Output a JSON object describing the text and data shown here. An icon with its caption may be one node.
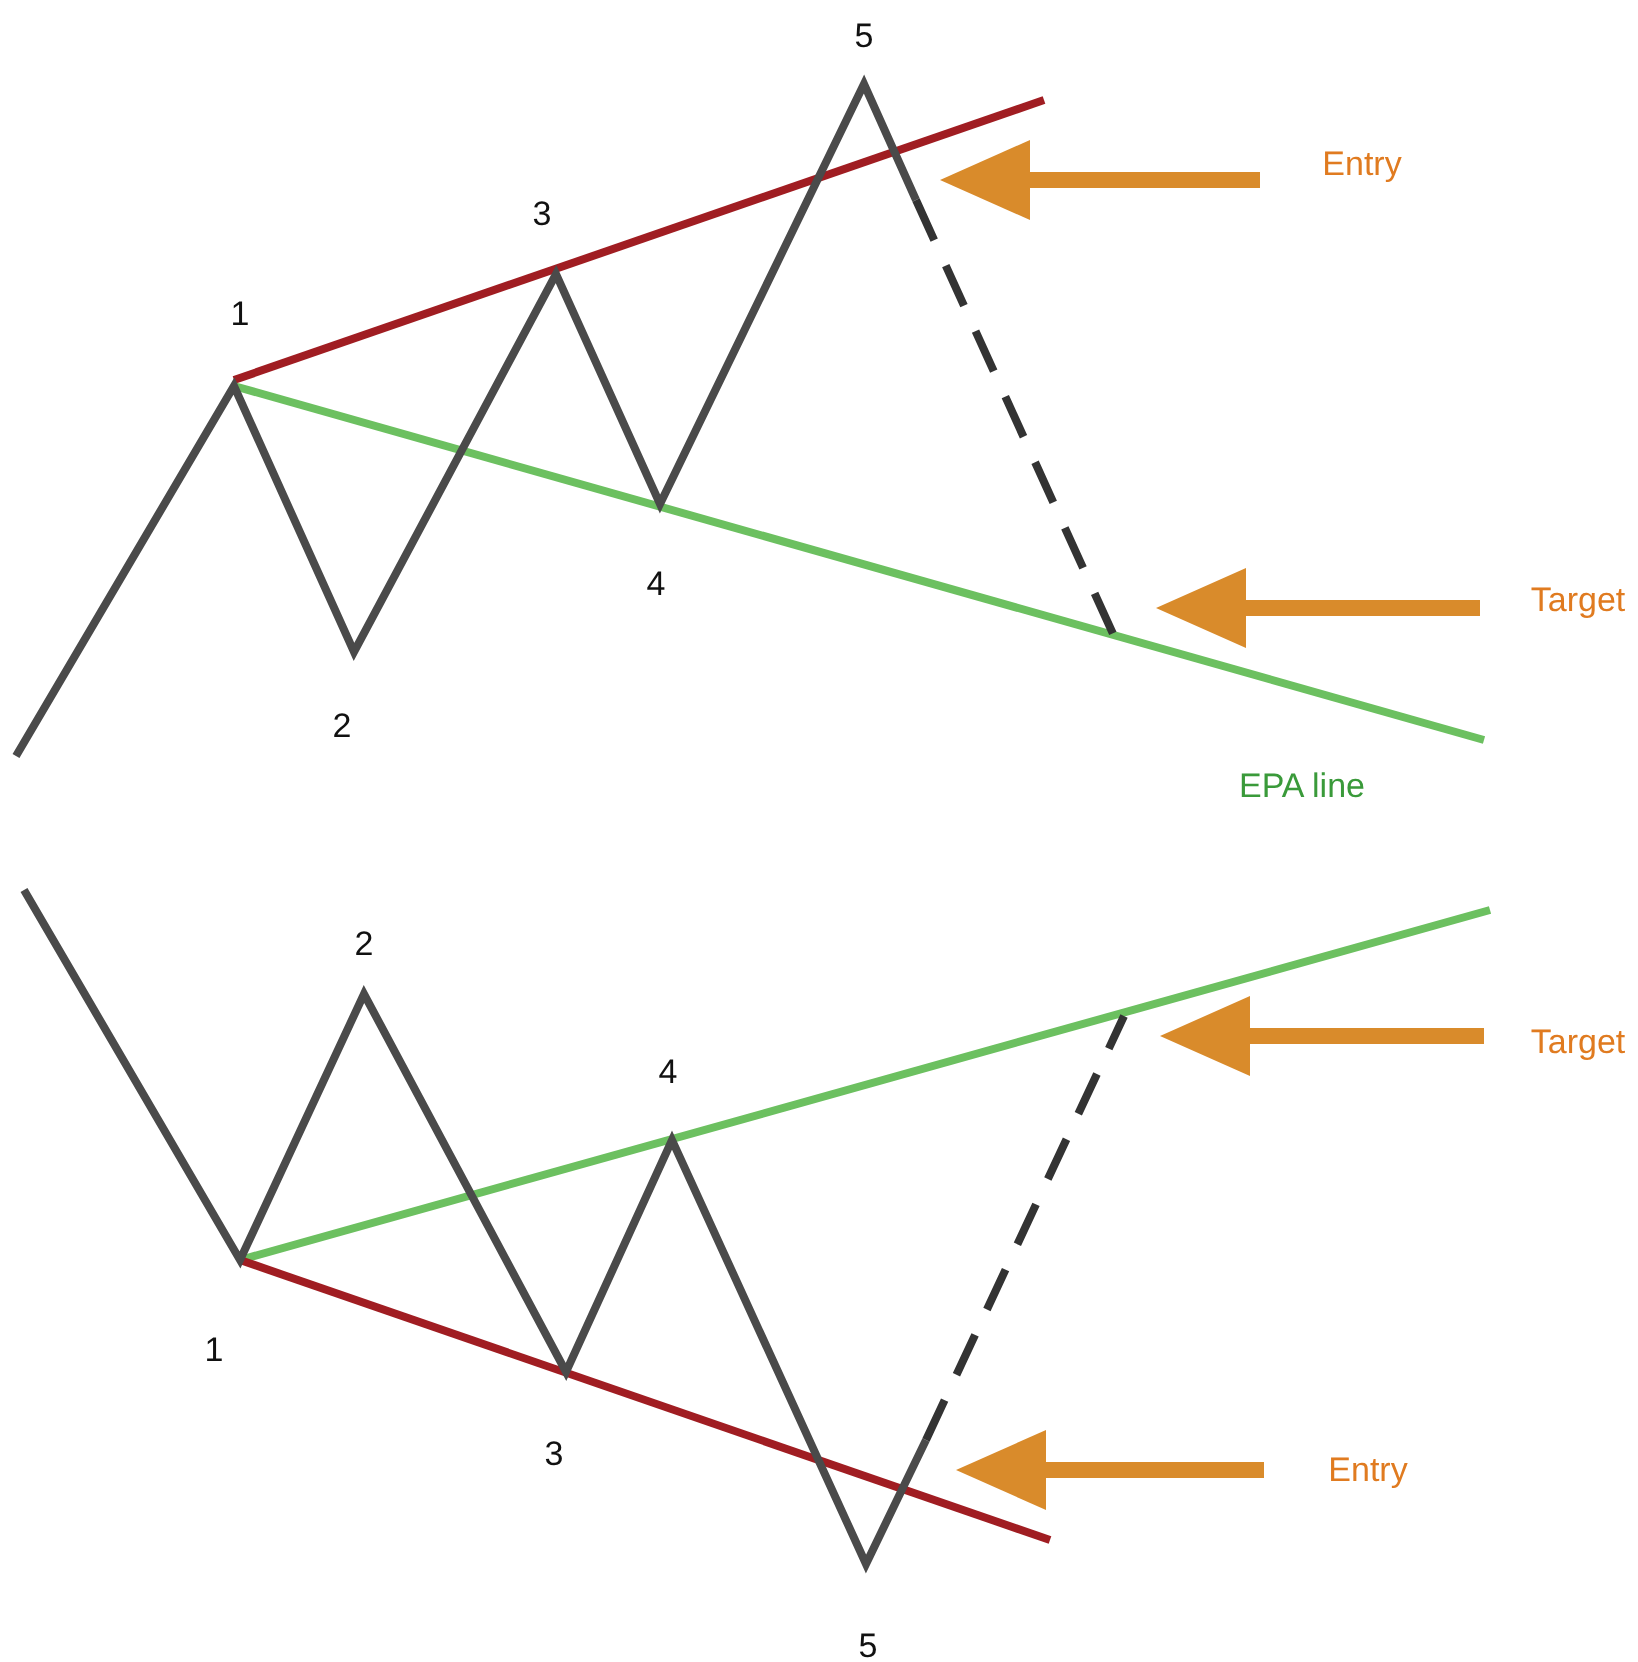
{
  "diagram": {
    "labels": [
      "5",
      "Entry",
      "3",
      "1",
      "4",
      "Target",
      "2",
      "EPA line",
      "2",
      "Target",
      "4",
      "1",
      "3",
      "Entry",
      "5"
    ]
  }
}
